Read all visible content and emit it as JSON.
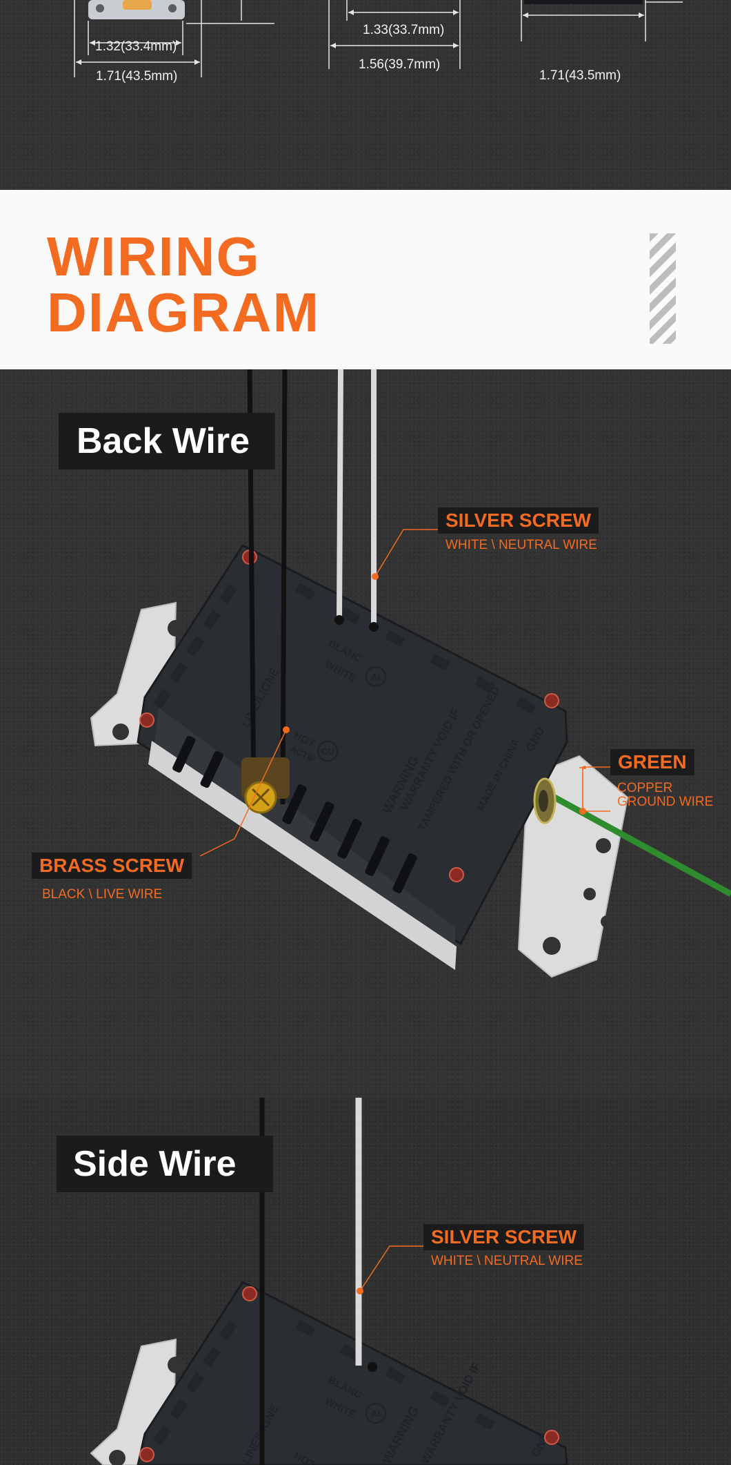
{
  "dimensions": {
    "front_inner": "1.32(33.4mm)",
    "front_outer": "1.71(43.5mm)",
    "side_inner": "1.33(33.7mm)",
    "side_outer": "1.56(39.7mm)",
    "back_outer": "1.71(43.5mm)"
  },
  "header": {
    "title_line1": "WIRING",
    "title_line2": "DIAGRAM"
  },
  "back_wire": {
    "tag": "Back Wire",
    "silver": {
      "title": "SILVER SCREW",
      "sub": "WHITE \\ NEUTRAL WIRE"
    },
    "green": {
      "title": "GREEN",
      "sub_line1": "COPPER",
      "sub_line2": "GROUND WIRE"
    },
    "brass": {
      "title": "BRASS SCREW",
      "sub": "BLACK \\ LIVE WIRE"
    }
  },
  "side_wire": {
    "tag": "Side Wire",
    "silver": {
      "title": "SILVER SCREW",
      "sub": "WHITE \\ NEUTRAL WIRE"
    }
  },
  "embossed": {
    "white": "WHITE",
    "blanc": "BLANC",
    "line": "LINE/LIGNE",
    "hot": "HOT",
    "actif": "ACTIF",
    "warning": "WARNING",
    "warranty": "WARRANTY VOID IF",
    "tampered": "TAMPERED WITH OR OPENED",
    "made": "MADE IN CHINA",
    "gnd": "GND",
    "al": "AL",
    "cu": "CU"
  },
  "colors": {
    "accent": "#f26b21",
    "background": "#333333",
    "tag_bg": "#1b1b1b",
    "ground_wire": "#2e8b2e",
    "brass": "#d4a017"
  }
}
